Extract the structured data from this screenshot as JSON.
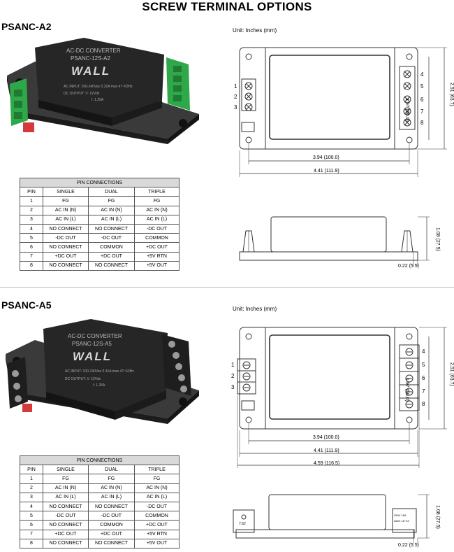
{
  "page_title": "SCREW TERMINAL OPTIONS",
  "colors": {
    "housing": "#2a2a2a",
    "terminal_green": "#2fa84a",
    "table_header": "#d9d9d9"
  },
  "sections": [
    {
      "model": "PSANC-A2",
      "unit_note": "Unit: Inches (mm)",
      "label": {
        "line1": "AC-DC CONVERTER",
        "line2": "PSANC-12S-A2",
        "brand": "WALL",
        "line3": "AC INPUT: 100-240Vac 0.31A max 47~63Hz",
        "line4": "DC OUTPUT: V: 12Vdc",
        "line5": "I: 1.25A"
      },
      "dims": {
        "width": "3.94 (100.0)",
        "overall": "4.41 (111.9)",
        "height_left": "1.97 (50.0)",
        "height_right": "2.51 (63.7)",
        "side_height": "1.08 (27.5)",
        "side_offset": "0.22 (5.5)"
      },
      "left_pins": [
        "1",
        "2",
        "3"
      ],
      "right_pins": [
        "4",
        "5",
        "6",
        "7",
        "8"
      ],
      "table": {
        "caption": "PIN CONNECTIONS",
        "headers": [
          "PIN",
          "SINGLE",
          "DUAL",
          "TRIPLE"
        ],
        "rows": [
          [
            "1",
            "FG",
            "FG",
            "FG"
          ],
          [
            "2",
            "AC IN (N)",
            "AC IN (N)",
            "AC IN (N)"
          ],
          [
            "3",
            "AC IN (L)",
            "AC IN (L)",
            "AC IN (L)"
          ],
          [
            "4",
            "NO CONNECT",
            "NO CONNECT",
            "-DC OUT"
          ],
          [
            "5",
            "-DC OUT",
            "-DC OUT",
            "COMMON"
          ],
          [
            "6",
            "NO CONNECT",
            "COMMON",
            "+DC OUT"
          ],
          [
            "7",
            "+DC OUT",
            "+DC OUT",
            "+5V RTN"
          ],
          [
            "8",
            "NO CONNECT",
            "NO CONNECT",
            "+5V OUT"
          ]
        ]
      }
    },
    {
      "model": "PSANC-A5",
      "unit_note": "Unit: Inches (mm)",
      "label": {
        "line1": "AC-DC CONVERTER",
        "line2": "PSANC-12S-A5",
        "brand": "WALL",
        "line3": "AC INPUT: 100-240Vac 0.31A max 47~63Hz",
        "line4": "DC OUTPUT: V: 12Vdc",
        "line5": "I: 1.25A"
      },
      "dims": {
        "width": "3.94 (100.0)",
        "overall": "4.41 (111.9)",
        "overall2": "4.59 (116.5)",
        "height_left": "1.97 (50.0)",
        "height_right": "2.51 (63.7)",
        "side_height": "1.08 (27.5)",
        "side_offset": "0.22 (5.5)",
        "term_left": "7.62",
        "term_right_1": "250V 15A",
        "term_right_2": "AWG 16~22"
      },
      "left_pins": [
        "1",
        "2",
        "3"
      ],
      "right_pins": [
        "4",
        "5",
        "6",
        "7",
        "8"
      ],
      "table": {
        "caption": "PIN CONNECTIONS",
        "headers": [
          "PIN",
          "SINGLE",
          "DUAL",
          "TRIPLE"
        ],
        "rows": [
          [
            "1",
            "FG",
            "FG",
            "FG"
          ],
          [
            "2",
            "AC IN (N)",
            "AC IN (N)",
            "AC IN (N)"
          ],
          [
            "3",
            "AC IN (L)",
            "AC IN (L)",
            "AC IN (L)"
          ],
          [
            "4",
            "NO CONNECT",
            "NO CONNECT",
            "-DC OUT"
          ],
          [
            "5",
            "-DC OUT",
            "-DC OUT",
            "COMMON"
          ],
          [
            "6",
            "NO CONNECT",
            "COMMON",
            "+DC OUT"
          ],
          [
            "7",
            "+DC OUT",
            "+DC OUT",
            "+5V RTN"
          ],
          [
            "8",
            "NO CONNECT",
            "NO CONNECT",
            "+5V OUT"
          ]
        ]
      }
    }
  ]
}
